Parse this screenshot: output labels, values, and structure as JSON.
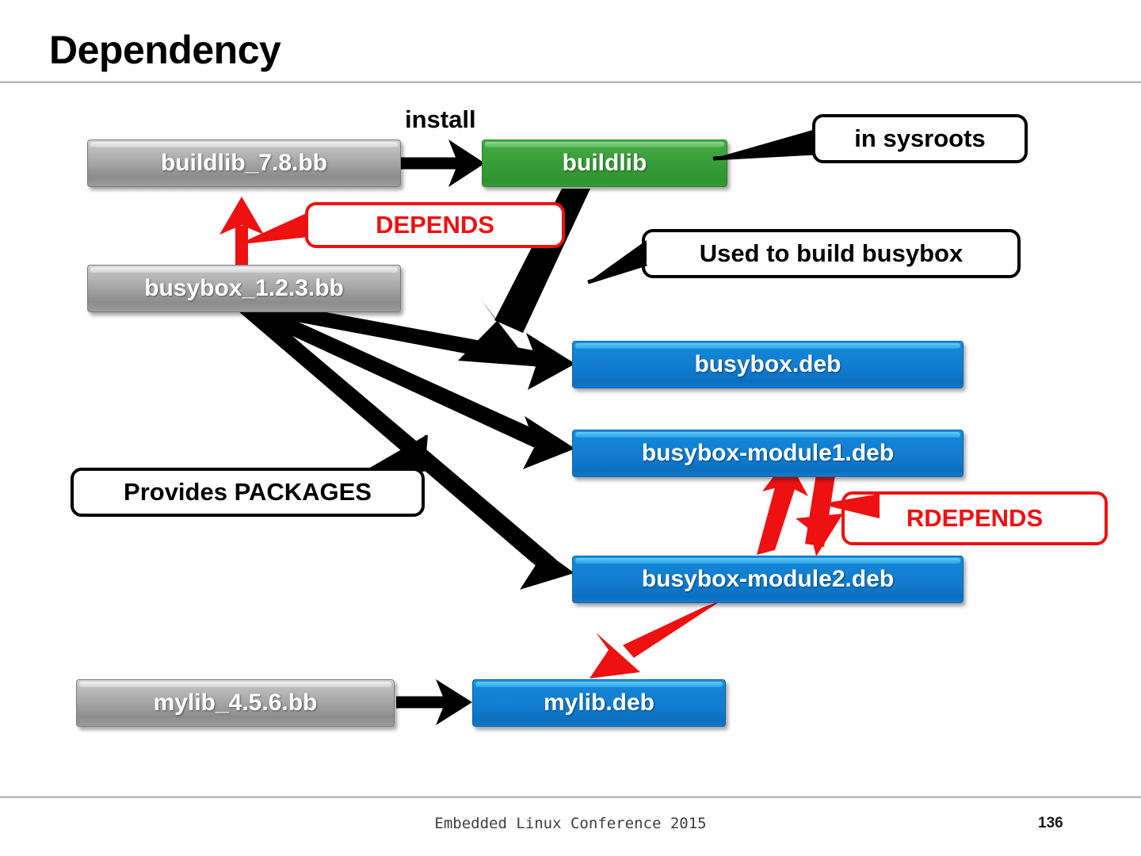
{
  "slide": {
    "title": "Dependency",
    "footer_text": "Embedded Linux Conference 2015",
    "page_number": "136"
  },
  "colors": {
    "recipe_box": "#a3a3a3",
    "sysroot_box": "#369b36",
    "package_box": "#117cce",
    "depends_red": "#ee1111",
    "arrow_black": "#000000"
  },
  "diagram": {
    "type": "dependency-graph",
    "nodes": [
      {
        "id": "buildlib_recipe",
        "label": "buildlib_7.8.bb",
        "kind": "recipe",
        "color": "#a3a3a3"
      },
      {
        "id": "buildlib",
        "label": "buildlib",
        "kind": "sysroot",
        "color": "#369b36"
      },
      {
        "id": "busybox_recipe",
        "label": "busybox_1.2.3.bb",
        "kind": "recipe",
        "color": "#a3a3a3"
      },
      {
        "id": "busybox_deb",
        "label": "busybox.deb",
        "kind": "package",
        "color": "#117cce"
      },
      {
        "id": "module1_deb",
        "label": "busybox-module1.deb",
        "kind": "package",
        "color": "#117cce"
      },
      {
        "id": "module2_deb",
        "label": "busybox-module2.deb",
        "kind": "package",
        "color": "#117cce"
      },
      {
        "id": "mylib_recipe",
        "label": "mylib_4.5.6.bb",
        "kind": "recipe",
        "color": "#a3a3a3"
      },
      {
        "id": "mylib_deb",
        "label": "mylib.deb",
        "kind": "package",
        "color": "#117cce"
      }
    ],
    "edge_labels": {
      "install": "install"
    },
    "callouts": [
      {
        "id": "in-sysroots",
        "text": "in sysroots",
        "style": "black",
        "points_to": "buildlib"
      },
      {
        "id": "used-to-build",
        "text": "Used to build busybox",
        "style": "black",
        "points_to": "buildlib-to-busybox-edge"
      },
      {
        "id": "depends",
        "text": "DEPENDS",
        "style": "red",
        "points_to": "busybox-depends-buildlib-arrow"
      },
      {
        "id": "provides-packages",
        "text": "Provides PACKAGES",
        "style": "black",
        "points_to": "busybox-recipe-package-edges"
      },
      {
        "id": "rdepends",
        "text": "RDEPENDS",
        "style": "red",
        "points_to": "module1-module2-rdepends-arrows"
      }
    ],
    "edges": [
      {
        "from": "buildlib_recipe",
        "to": "buildlib",
        "color": "#000000",
        "label": "install"
      },
      {
        "from": "busybox_recipe",
        "to": "buildlib_recipe",
        "color": "#ee1111",
        "label": "DEPENDS"
      },
      {
        "from": "buildlib",
        "to": "busybox_deb",
        "color": "#000000",
        "label": "Used to build busybox"
      },
      {
        "from": "busybox_recipe",
        "to": "busybox_deb",
        "color": "#000000",
        "label": "Provides PACKAGES"
      },
      {
        "from": "busybox_recipe",
        "to": "module1_deb",
        "color": "#000000",
        "label": "Provides PACKAGES"
      },
      {
        "from": "busybox_recipe",
        "to": "module2_deb",
        "color": "#000000",
        "label": "Provides PACKAGES"
      },
      {
        "from": "module2_deb",
        "to": "module1_deb",
        "color": "#ee1111",
        "label": "RDEPENDS"
      },
      {
        "from": "module1_deb",
        "to": "module2_deb",
        "color": "#ee1111",
        "label": "RDEPENDS"
      },
      {
        "from": "module2_deb",
        "to": "mylib_deb",
        "color": "#ee1111",
        "label": "RDEPENDS"
      },
      {
        "from": "mylib_recipe",
        "to": "mylib_deb",
        "color": "#000000",
        "label": ""
      }
    ]
  }
}
